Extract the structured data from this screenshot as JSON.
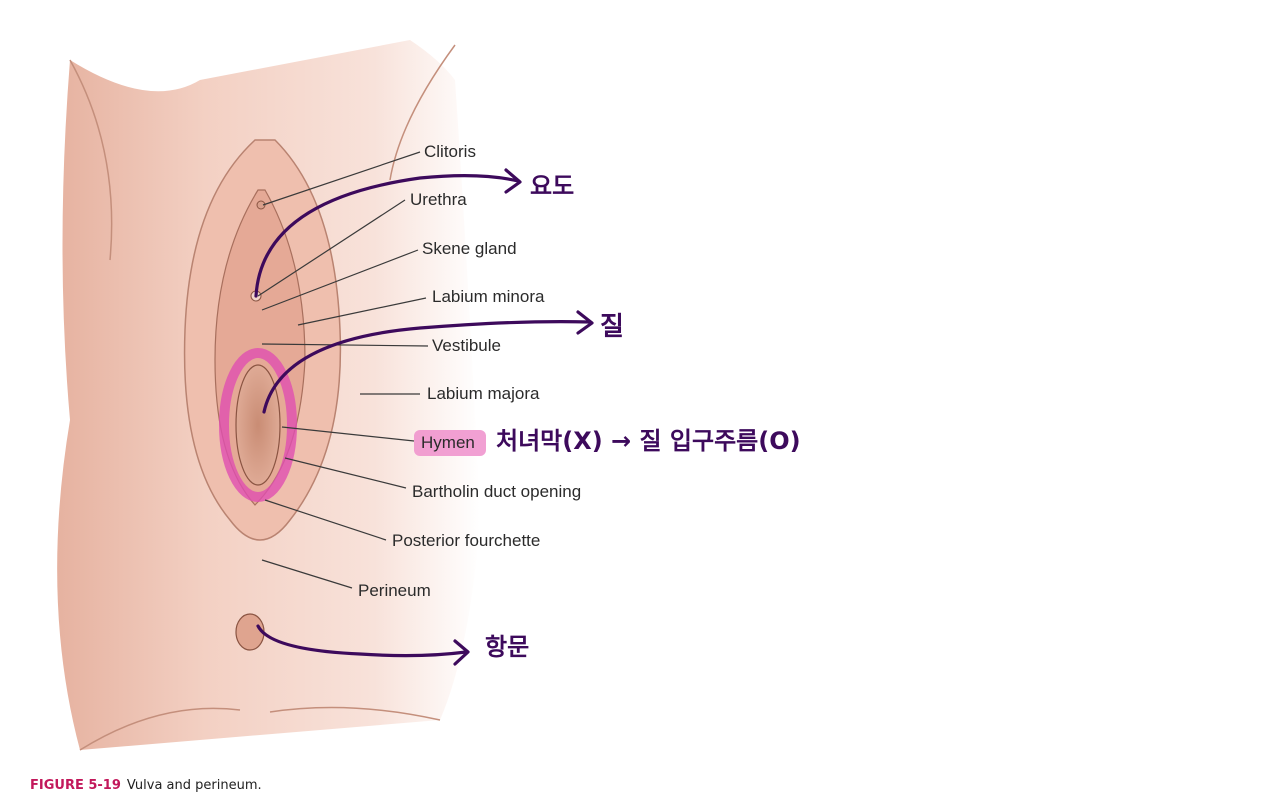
{
  "labels": {
    "clitoris": "Clitoris",
    "urethra": "Urethra",
    "skene": "Skene gland",
    "labium_minora": "Labium minora",
    "vestibule": "Vestibule",
    "labium_majora": "Labium majora",
    "hymen": "Hymen",
    "bartholin": "Bartholin duct opening",
    "posterior_fourchette": "Posterior fourchette",
    "perineum": "Perineum"
  },
  "annotations": {
    "urethra_ko": "요도",
    "vagina_ko": "질",
    "hymen_note": "처녀막(X) → 질 입구주름(O)",
    "anus_ko": "항문"
  },
  "caption": {
    "number": "FIGURE 5-19",
    "text": "Vulva and perineum."
  },
  "colors": {
    "skin": "#f0c7b6",
    "annotation_ink": "#3d0a5c",
    "highlight": "#e04fb0",
    "caption_accent": "#c2185b"
  }
}
